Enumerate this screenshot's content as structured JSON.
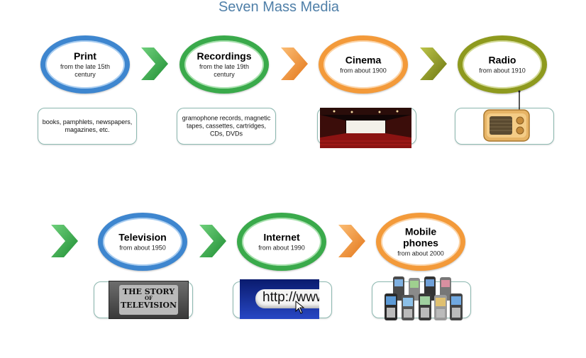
{
  "title": "Seven Mass Media",
  "media": [
    {
      "name": "Print",
      "since": "from the late 15th century",
      "detail": "books, pamphlets, newspapers, magazines, etc."
    },
    {
      "name": "Recordings",
      "since": "from the late 19th century",
      "detail": "gramophone records, magnetic tapes, cassettes, cartridges, CDs, DVDs"
    },
    {
      "name": "Cinema",
      "since": "from about 1900",
      "picture": "cinema-hall-image"
    },
    {
      "name": "Radio",
      "since": "from about 1910",
      "picture": "vintage-radio-image"
    },
    {
      "name": "Television",
      "since": "from about 1950",
      "picture": "story-of-television-image",
      "picture_text": [
        "THE STORY",
        "OF",
        "TELEVISION"
      ]
    },
    {
      "name": "Internet",
      "since": "from about 1990",
      "picture": "http-address-bar-image",
      "picture_text": "http://www."
    },
    {
      "name": "Mobile phones",
      "since": "from about 2000",
      "picture": "mobile-phones-image"
    }
  ],
  "colors": {
    "print": "#3e86cf",
    "recordings": "#3aaa4b",
    "cinema": "#f39a3a",
    "radio": "#8e9a1e",
    "television": "#3e86cf",
    "internet": "#3aaa4b",
    "mobile": "#f39a3a"
  },
  "arrows": [
    "green-chevron",
    "orange-chevron",
    "olive-chevron",
    "green-chevron",
    "green-chevron",
    "orange-chevron"
  ]
}
